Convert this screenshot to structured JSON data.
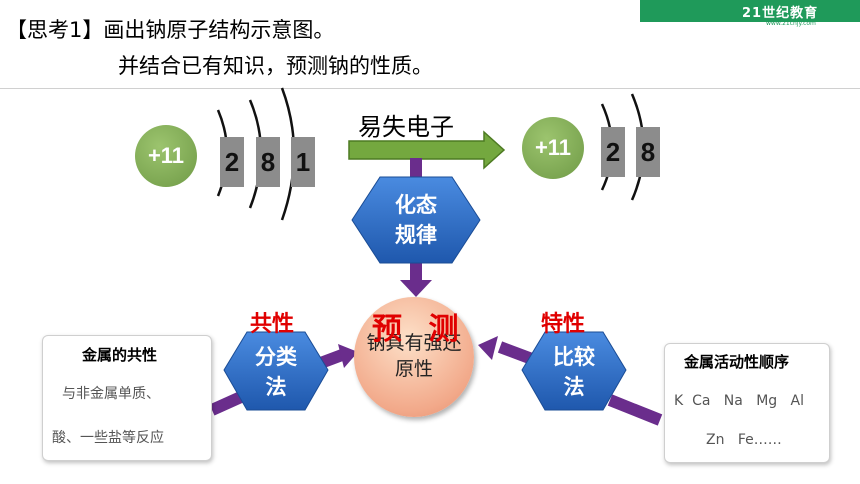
{
  "header": {
    "logo": "21世纪教育",
    "logo_sub": "www.21cnjy.com",
    "question_line1": "【思考1】画出钠原子结构示意图。",
    "question_line2": "并结合已有知识，预测钠的性质。"
  },
  "sodium_atom": {
    "nucleus": "+11",
    "shells": [
      "2",
      "8",
      "1"
    ]
  },
  "sodium_ion": {
    "nucleus": "+11",
    "shells": [
      "2",
      "8"
    ]
  },
  "arrow_label": "易失电子",
  "hexagons": {
    "top": [
      "化态",
      "规律"
    ],
    "left": [
      "分类",
      "法"
    ],
    "right": [
      "比较",
      "法"
    ]
  },
  "labels": {
    "common": "共性",
    "special": "特性"
  },
  "prediction": {
    "title": "预 测",
    "body": "钠具有强还原性"
  },
  "left_card": {
    "title": "金属的共性",
    "line1": "与非金属单质、",
    "line2": "酸、一些盐等反应"
  },
  "right_card": {
    "title": "金属活动性顺序",
    "line1": "K  Ca   Na   Mg   Al",
    "line2": "Zn   Fe……"
  },
  "colors": {
    "purple": "#6a2d8c",
    "hex_blue": "#2f6fc4",
    "green_nucleus": "#7aa650",
    "red": "#e00000"
  }
}
